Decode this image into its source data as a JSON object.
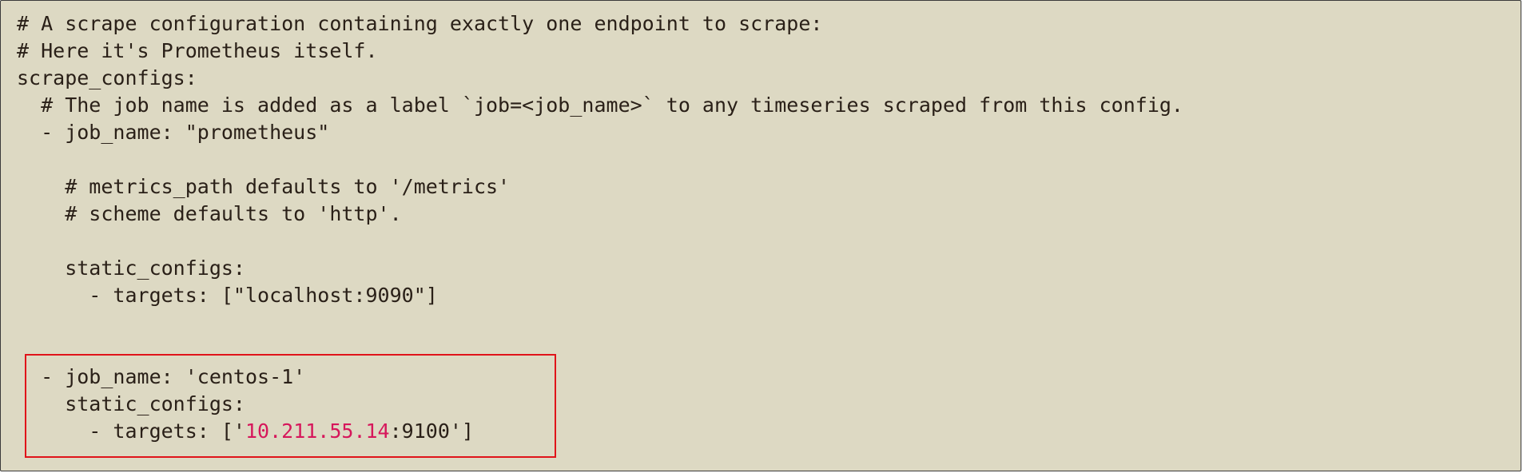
{
  "code": {
    "lines": [
      "# A scrape configuration containing exactly one endpoint to scrape:",
      "# Here it's Prometheus itself.",
      "scrape_configs:",
      "  # The job name is added as a label `job=<job_name>` to any timeseries scraped from this config.",
      "  - job_name: \"prometheus\"",
      "",
      "    # metrics_path defaults to '/metrics'",
      "    # scheme defaults to 'http'.",
      "",
      "    static_configs:",
      "      - targets: [\"localhost:9090\"]",
      "",
      "",
      "  - job_name: 'centos-1'",
      "    static_configs:"
    ],
    "last_line": {
      "prefix": "      - targets: ['",
      "ip": "10.211.55.14",
      "suffix": ":9100']"
    }
  },
  "colors": {
    "background": "#ddd9c3",
    "text": "#2a2018",
    "ip_highlight": "#d6175b",
    "box_border": "#e0141a"
  }
}
